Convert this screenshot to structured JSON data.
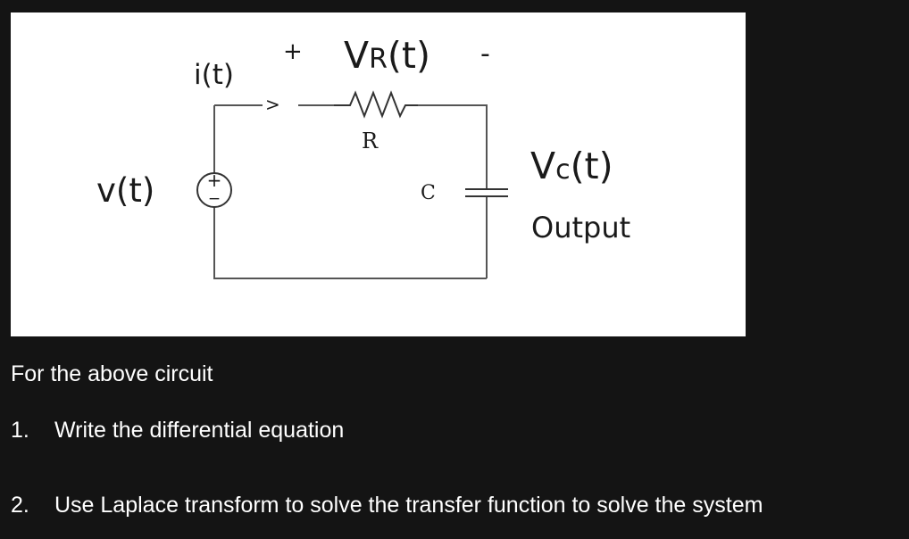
{
  "circuit": {
    "current_label": "i(t)",
    "source_label": "v(t)",
    "source_plus": "+",
    "source_minus": "−",
    "vr_plus": "+",
    "vr_main": "V",
    "vr_sub": "R",
    "vr_tail": "(t)",
    "vr_minus": "-",
    "arrow_glyph": ">",
    "resistor_label": "R",
    "capacitor_label": "C",
    "vc_main": "V",
    "vc_sub": "c",
    "vc_tail": "(t)",
    "output_label": "Output"
  },
  "text": {
    "intro": "For the above circuit",
    "q1_number": "1.",
    "q1_text": "Write the differential equation",
    "q2_number": "2.",
    "q2_text": "Use Laplace transform to solve the transfer function to solve the system"
  }
}
